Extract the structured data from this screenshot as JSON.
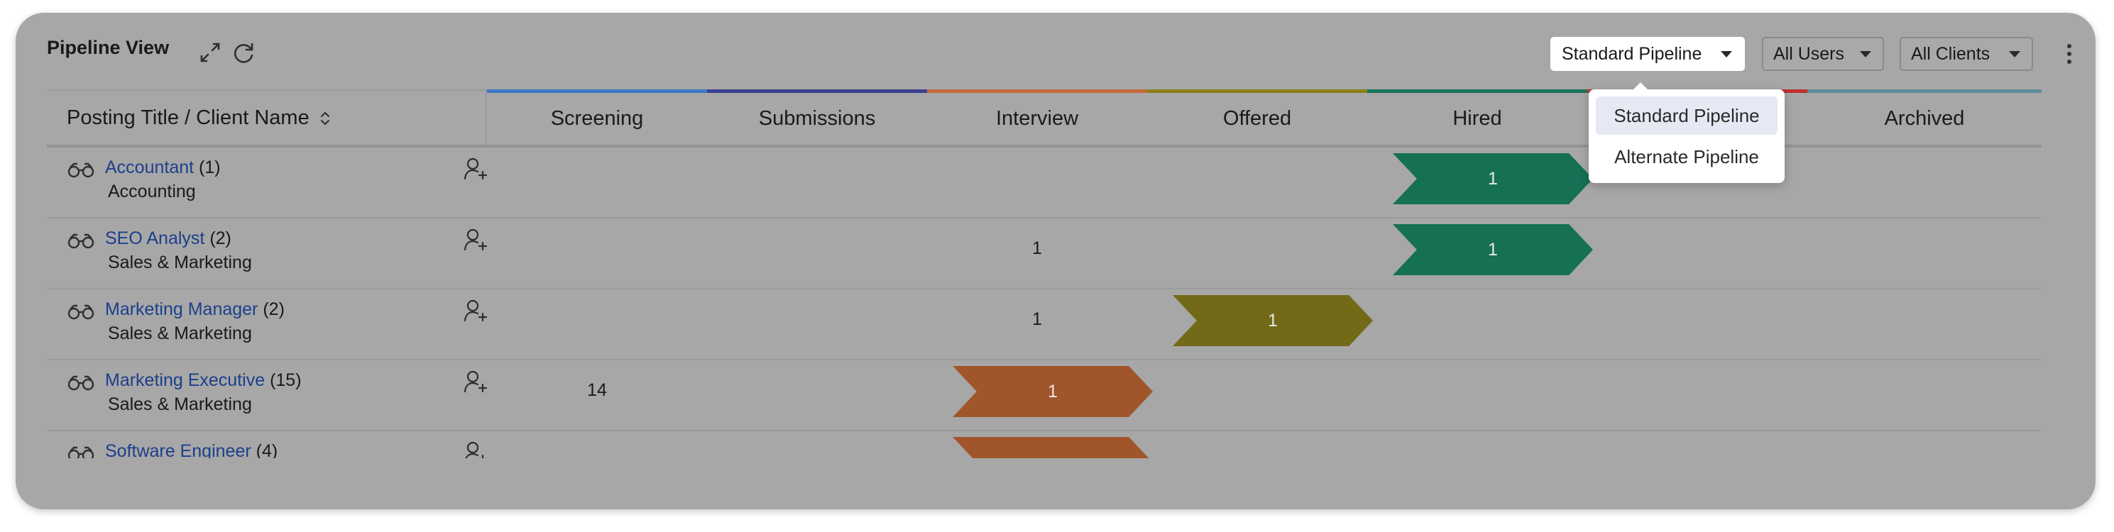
{
  "header": {
    "title": "Pipeline View",
    "pipeline_select": "Standard Pipeline",
    "users_select": "All Users",
    "clients_select": "All Clients"
  },
  "icons": {
    "expand": "expand-icon",
    "refresh": "refresh-icon",
    "more": "kebab-menu-icon",
    "sort": "sort-icon",
    "view": "binoculars-icon",
    "assign": "add-user-icon"
  },
  "table": {
    "first_column": "Posting Title / Client Name",
    "stages": [
      {
        "label": "Screening",
        "color": "#3b78c4"
      },
      {
        "label": "Submissions",
        "color": "#3c3f8f"
      },
      {
        "label": "Interview",
        "color": "#c4683a"
      },
      {
        "label": "Offered",
        "color": "#8a8017"
      },
      {
        "label": "Hired",
        "color": "#17745a"
      },
      {
        "label": "",
        "color": "#c03030"
      },
      {
        "label": "Archived",
        "color": "#5f8a9a"
      }
    ],
    "rows": [
      {
        "title": "Accountant",
        "count": "(1)",
        "client": "Accounting"
      },
      {
        "title": "SEO Analyst",
        "count": "(2)",
        "client": "Sales & Marketing"
      },
      {
        "title": "Marketing Manager",
        "count": "(2)",
        "client": "Sales & Marketing"
      },
      {
        "title": "Marketing Executive",
        "count": "(15)",
        "client": "Sales & Marketing"
      },
      {
        "title": "Software Engineer",
        "count": "(4)",
        "client": ""
      }
    ],
    "cells": {
      "accountant_hired": "1",
      "seo_interview": "1",
      "seo_hired": "1",
      "mm_interview": "1",
      "mm_offered": "1",
      "me_screening": "14",
      "me_interview": "1",
      "se_interview": ""
    }
  },
  "colors": {
    "interview_chevron": "#a0562a",
    "offered_chevron": "#726a16",
    "hired_chevron": "#167054"
  },
  "dropdown": {
    "options": [
      "Standard Pipeline",
      "Alternate Pipeline"
    ],
    "selected": "Standard Pipeline"
  }
}
